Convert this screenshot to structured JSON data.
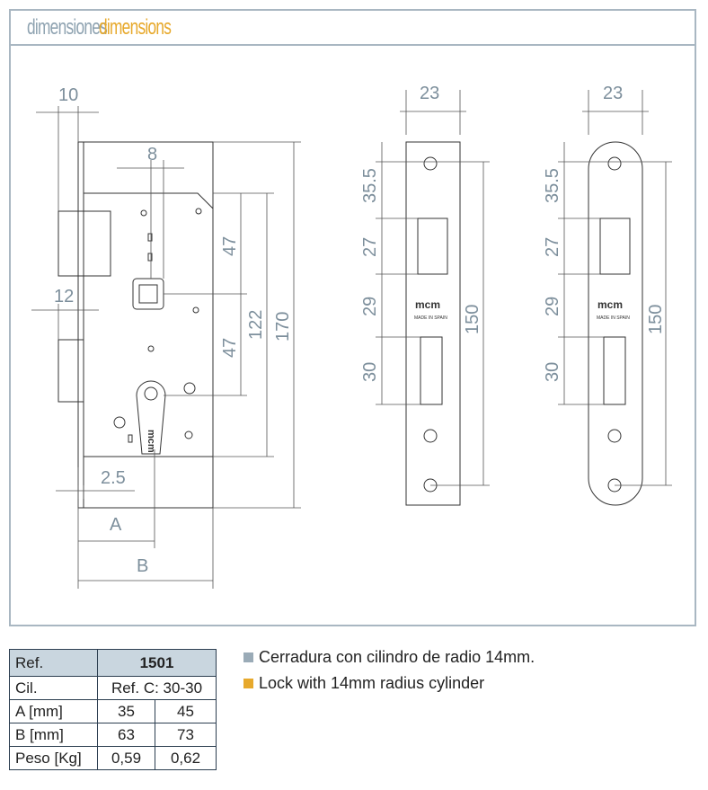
{
  "header": {
    "title_es": "dimensiones",
    "title_en": "dimensions"
  },
  "drawing": {
    "lock": {
      "d10": "10",
      "d8": "8",
      "d12": "12",
      "d47a": "47",
      "d47b": "47",
      "d122": "122",
      "d170": "170",
      "d25": "2.5",
      "dA": "A",
      "dB": "B",
      "logo": "mcm"
    },
    "strike1": {
      "w": "23",
      "d355": "35.5",
      "d27": "27",
      "d29": "29",
      "d30": "30",
      "d150": "150",
      "logo": "mcm",
      "made": "MADE IN SPAIN"
    },
    "strike2": {
      "w": "23",
      "d355": "35.5",
      "d27": "27",
      "d29": "29",
      "d30": "30",
      "d150": "150",
      "logo": "mcm",
      "made": "MADE IN SPAIN"
    }
  },
  "table": {
    "rows": [
      {
        "label": "Ref.",
        "value": "1501"
      },
      {
        "label": "Cil.",
        "value": "Ref. C: 30-30"
      },
      {
        "label": "A [mm]",
        "v1": "35",
        "v2": "45"
      },
      {
        "label": "B [mm]",
        "v1": "63",
        "v2": "73"
      },
      {
        "label": "Peso [Kg]",
        "v1": "0,59",
        "v2": "0,62"
      }
    ]
  },
  "notes": {
    "es": "Cerradura con cilindro de radio 14mm.",
    "en": "Lock with 14mm radius cylinder",
    "es_color": "#9aabb7",
    "en_color": "#e7a92c"
  }
}
